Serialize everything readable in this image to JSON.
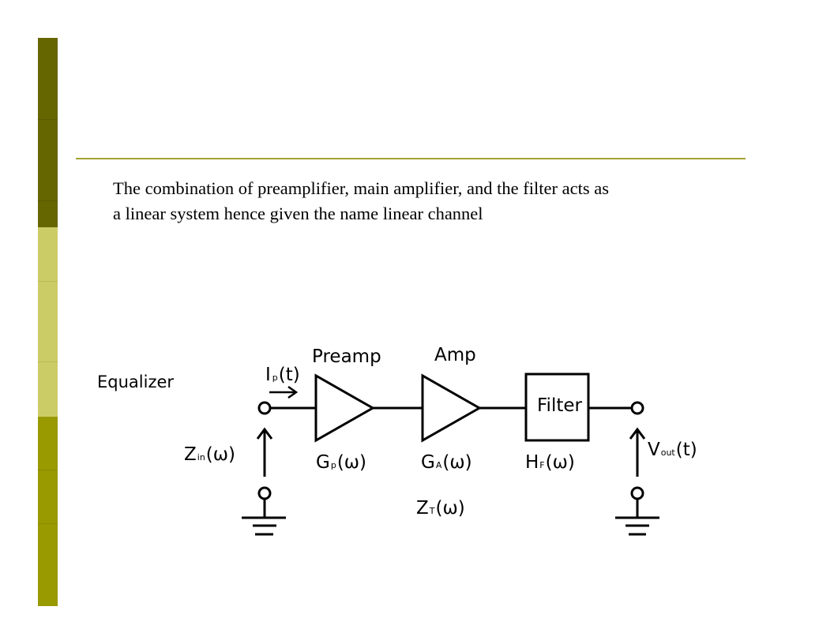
{
  "paragraph": "The combination of preamplifier, main amplifier, and the filter acts as a linear system hence given the name linear channel",
  "diagram": {
    "equalizer": "Equalizer",
    "preamp": "Preamp",
    "amp": "Amp",
    "filter": "Filter",
    "ip": {
      "main": "I",
      "sub": "p",
      "tail": "(t)"
    },
    "zin": {
      "main": "Z",
      "sub": "in",
      "tail": "(ω)"
    },
    "gp": {
      "main": "G",
      "sub": "p",
      "tail": "(ω)"
    },
    "ga": {
      "main": "G",
      "sub": "A",
      "tail": "(ω)"
    },
    "hf": {
      "main": "H",
      "sub": "F",
      "tail": "(ω)"
    },
    "zt": {
      "main": "Z",
      "sub": "T",
      "tail": "(ω)"
    },
    "vout": {
      "main": "V",
      "sub": "out",
      "tail": "(t)"
    }
  }
}
